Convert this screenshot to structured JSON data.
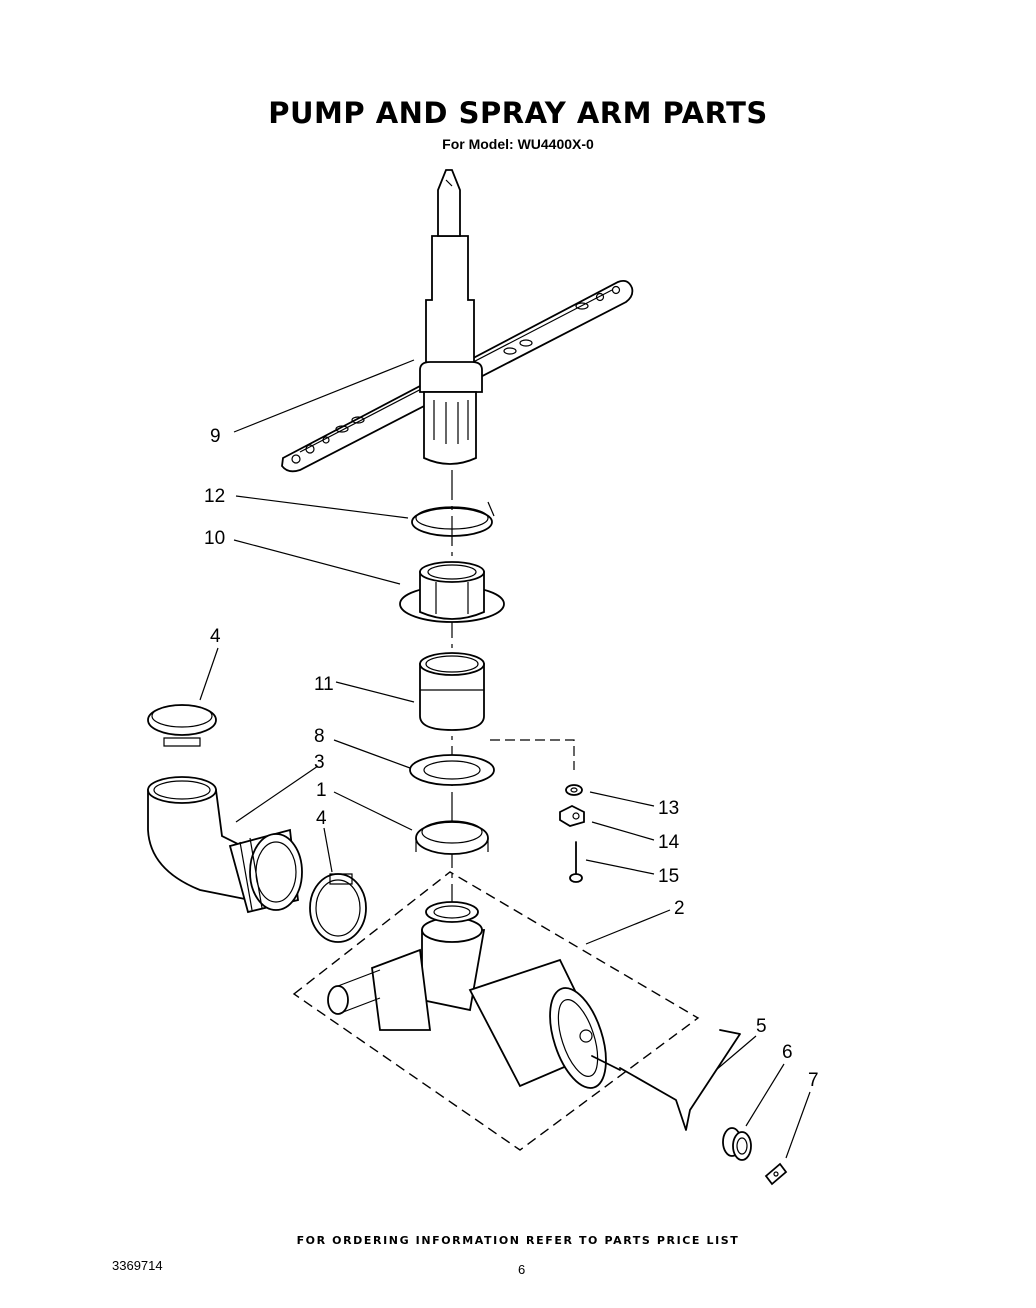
{
  "header": {
    "title": "PUMP AND SPRAY ARM PARTS",
    "subtitle": "For Model: WU4400X-0"
  },
  "callouts": [
    {
      "label": "9"
    },
    {
      "label": "12"
    },
    {
      "label": "10"
    },
    {
      "label": "4"
    },
    {
      "label": "11"
    },
    {
      "label": "8"
    },
    {
      "label": "3"
    },
    {
      "label": "1"
    },
    {
      "label": "4"
    },
    {
      "label": "13"
    },
    {
      "label": "14"
    },
    {
      "label": "15"
    },
    {
      "label": "2"
    },
    {
      "label": "5"
    },
    {
      "label": "6"
    },
    {
      "label": "7"
    }
  ],
  "footer": {
    "note": "FOR ORDERING INFORMATION REFER TO PARTS PRICE LIST",
    "doc_number": "3369714",
    "page_number": "6"
  }
}
